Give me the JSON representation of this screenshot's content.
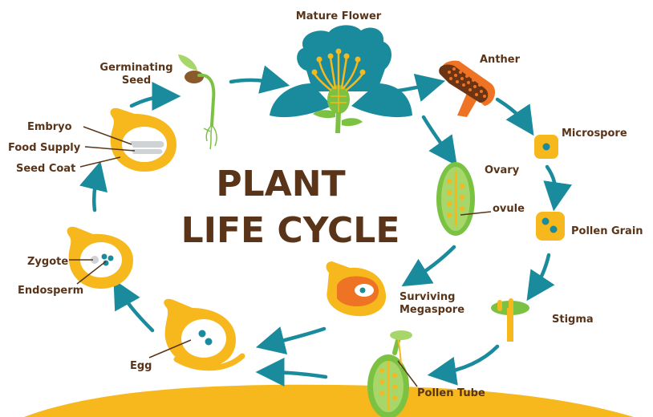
{
  "title": {
    "line1": "PLANT",
    "line2": "LIFE CYCLE"
  },
  "labels": {
    "mature_flower": "Mature Flower",
    "anther": "Anther",
    "germinating_seed_1": "Germinating",
    "germinating_seed_2": "Seed",
    "microspore": "Microspore",
    "embryo": "Embryo",
    "food_supply": "Food Supply",
    "seed_coat": "Seed Coat",
    "ovary": "Ovary",
    "ovule": "ovule",
    "pollen_grain": "Pollen Grain",
    "zygote": "Zygote",
    "endosperm": "Endosperm",
    "surviving_megaspore_1": "Surviving",
    "surviving_megaspore_2": "Megaspore",
    "stigma": "Stigma",
    "egg": "Egg",
    "pollen_tube": "Pollen Tube"
  },
  "colors": {
    "yellow": "#f6b81c",
    "teal": "#1a8b9d",
    "green": "#7cc242",
    "brown_text": "#5a3418",
    "orange": "#ee7324",
    "ground": "#f6b81c"
  }
}
